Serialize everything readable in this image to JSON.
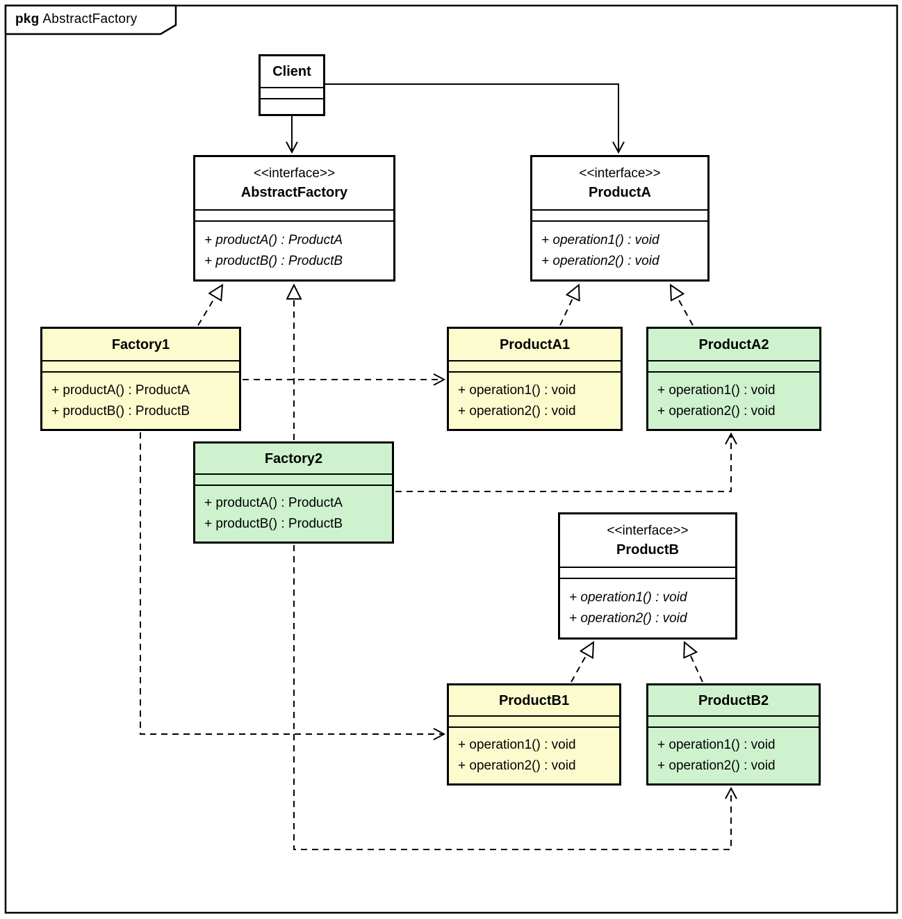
{
  "frame": {
    "keyword": "pkg",
    "name": "AbstractFactory"
  },
  "colors": {
    "background": "#FFFFFF",
    "line": "#000000",
    "yellow": "#FBFBCE",
    "green": "#CEF2CE"
  },
  "classes": {
    "client": {
      "name": "Client"
    },
    "abstract_factory": {
      "stereotype": "<<interface>>",
      "name": "AbstractFactory",
      "operations": [
        "+ productA() : ProductA",
        "+ productB() : ProductB"
      ]
    },
    "product_a": {
      "stereotype": "<<interface>>",
      "name": "ProductA",
      "operations": [
        "+ operation1() : void",
        "+ operation2() : void"
      ]
    },
    "factory1": {
      "name": "Factory1",
      "operations": [
        "+ productA() : ProductA",
        "+ productB() : ProductB"
      ]
    },
    "factory2": {
      "name": "Factory2",
      "operations": [
        "+ productA() : ProductA",
        "+ productB() : ProductB"
      ]
    },
    "product_a1": {
      "name": "ProductA1",
      "operations": [
        "+ operation1() : void",
        "+ operation2() : void"
      ]
    },
    "product_a2": {
      "name": "ProductA2",
      "operations": [
        "+ operation1() : void",
        "+ operation2() : void"
      ]
    },
    "product_b": {
      "stereotype": "<<interface>>",
      "name": "ProductB",
      "operations": [
        "+ operation1() : void",
        "+ operation2() : void"
      ]
    },
    "product_b1": {
      "name": "ProductB1",
      "operations": [
        "+ operation1() : void",
        "+ operation2() : void"
      ]
    },
    "product_b2": {
      "name": "ProductB2",
      "operations": [
        "+ operation1() : void",
        "+ operation2() : void"
      ]
    }
  },
  "relationships": [
    {
      "from": "Client",
      "to": "AbstractFactory",
      "type": "directed-association"
    },
    {
      "from": "Client",
      "to": "ProductA",
      "type": "directed-association"
    },
    {
      "from": "Factory1",
      "to": "AbstractFactory",
      "type": "realization"
    },
    {
      "from": "Factory2",
      "to": "AbstractFactory",
      "type": "realization"
    },
    {
      "from": "ProductA1",
      "to": "ProductA",
      "type": "realization"
    },
    {
      "from": "ProductA2",
      "to": "ProductA",
      "type": "realization"
    },
    {
      "from": "ProductB1",
      "to": "ProductB",
      "type": "realization"
    },
    {
      "from": "ProductB2",
      "to": "ProductB",
      "type": "realization"
    },
    {
      "from": "Factory1",
      "to": "ProductA1",
      "type": "dependency"
    },
    {
      "from": "Factory1",
      "to": "ProductB1",
      "type": "dependency"
    },
    {
      "from": "Factory2",
      "to": "ProductA2",
      "type": "dependency"
    },
    {
      "from": "Factory2",
      "to": "ProductB2",
      "type": "dependency"
    }
  ]
}
